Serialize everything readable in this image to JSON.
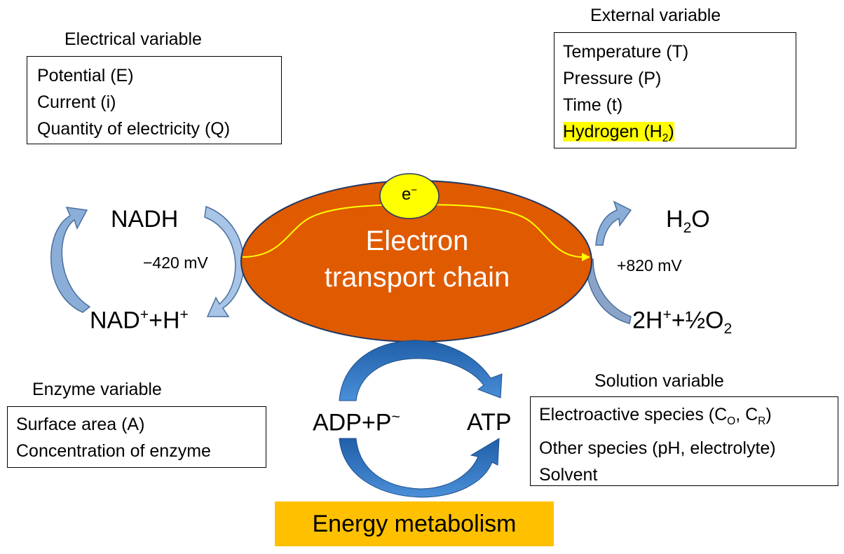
{
  "electrical": {
    "title": "Electrical variable",
    "items": [
      "Potential (E)",
      "Current (i)",
      "Quantity of electricity (Q)"
    ]
  },
  "external": {
    "title": "External variable",
    "items": [
      "Temperature (T)",
      "Pressure (P)",
      "Time (t)"
    ],
    "hydrogen_prefix": "Hydrogen (H",
    "hydrogen_sub": "2",
    "hydrogen_suffix": ")",
    "highlight_color": "#ffff00"
  },
  "enzyme": {
    "title": "Enzyme variable",
    "items": [
      "Surface area (A)",
      "Concentration of enzyme"
    ]
  },
  "solution": {
    "title": "Solution variable",
    "line1_prefix": "Electroactive species (C",
    "line1_sub1": "O",
    "line1_mid": ", C",
    "line1_sub2": "R",
    "line1_suffix": ")",
    "items": [
      "Other species (pH, electrolyte)",
      "Solvent"
    ]
  },
  "etc": {
    "electron": "e",
    "electron_sup": "−",
    "line1": "Electron",
    "line2": "transport chain",
    "fill_color": "#e05a00",
    "electron_color": "#ffff00"
  },
  "left": {
    "top": "NADH",
    "potential": "−420 mV",
    "bottom_a": "NAD",
    "bottom_sup1": "+",
    "bottom_b": "+H",
    "bottom_sup2": "+"
  },
  "right": {
    "top_a": "H",
    "top_sub": "2",
    "top_b": "O",
    "potential": "+820 mV",
    "bottom_a": "2H",
    "bottom_sup": "+",
    "bottom_b": "+½O",
    "bottom_sub": "2"
  },
  "cycle": {
    "left": "ADP+P",
    "left_sup": "~",
    "right": "ATP",
    "arrow_color": "#2e75c6"
  },
  "energy": {
    "label": "Energy metabolism",
    "color": "#ffc000"
  }
}
